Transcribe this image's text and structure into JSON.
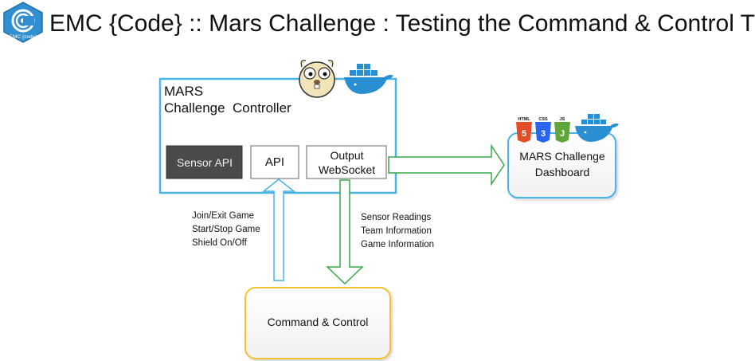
{
  "header": {
    "title": "EMC {Code} :: Mars Challenge : Testing the Command & Control Tier",
    "logo_text": "EMC {code}"
  },
  "controller": {
    "line1": "MARS",
    "line2": "Challenge  Controller",
    "sensor_api": "Sensor API",
    "api": "API",
    "output_websocket": "Output WebSocket"
  },
  "dashboard": {
    "label": "MARS Challenge Dashboard",
    "tech_badges": [
      "HTML",
      "CSS",
      "JS"
    ]
  },
  "command_control": {
    "label": "Command & Control"
  },
  "inbound_labels": [
    "Join/Exit Game",
    "Start/Stop Game",
    "Shield On/Off"
  ],
  "outbound_labels": [
    "Sensor Readings",
    "Team Information",
    "Game Information"
  ],
  "colors": {
    "controller_border": "#4ab4e6",
    "dashboard_border": "#4ab4e6",
    "command_border": "#f2c230",
    "arrow_up": "#4ab4e6",
    "arrow_down": "#3aa64a",
    "arrow_right": "#3aa64a",
    "sensor_api_fill": "#4a4a4a",
    "docker_blue": "#2a8fd0"
  },
  "icons": [
    "emc-code-logo-icon",
    "gopher-icon",
    "docker-whale-icon",
    "html5-icon",
    "css3-icon",
    "js-icon"
  ]
}
